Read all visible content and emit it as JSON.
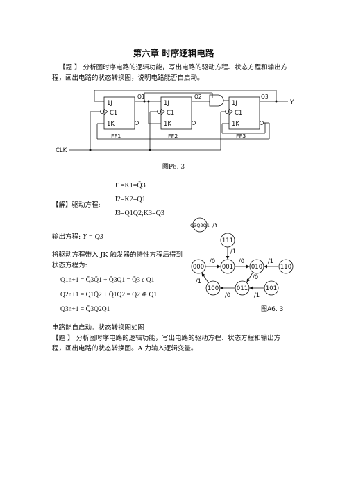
{
  "chapter_title": "第六章  时序逻辑电路",
  "problem1": {
    "lead": "【题  】",
    "text_line1": "分析图时序电路的逻辑功能，写出电路的驱动方程、状态方程和输出方",
    "text_line2": "程，画出电路的状态转换图，说明电路能否自启动。"
  },
  "circuit": {
    "caption": "图P6. 3",
    "ff_labels": [
      "FF1",
      "FF2",
      "FF3"
    ],
    "pin_1j": "1J",
    "pin_c1": "C1",
    "pin_1k": "1K",
    "outputs": [
      "Q1",
      "Q2",
      "Q3"
    ],
    "out_y": "Y",
    "clk": "CLK"
  },
  "solution": {
    "label": "【解】驱动方程:",
    "drive_eq1": "J1=K1=Q̄3",
    "drive_eq2": "J2=K2=Q1",
    "drive_eq3": "J3=Q1Q2;K3=Q3",
    "output_label": "输出方程:",
    "output_eq": "Y = Q3",
    "substitute_line1": "将驱动方程带入 JK 触发器的特性方程后得到",
    "substitute_line2": "状态方程为:",
    "state_eq1": "Q1n+1 = Q̄3Q̄1 + Q̄3Q1 = Q̄3 e Q1",
    "state_eq2": "Q2n+1 = Q1Q̄2 + Q̄1Q2 = Q2 ⊕ Q1",
    "state_eq3": "Q3n+1 = Q̄3Q2Q1",
    "conclusion": "电路能自启动。状态转换图如图"
  },
  "state_diagram": {
    "header": "Q3Q2Q1",
    "header_out": "/Y",
    "caption": "图A6. 3",
    "states": [
      "111",
      "000",
      "001",
      "010",
      "110",
      "100",
      "011",
      "101"
    ],
    "edge_labels": [
      "/1",
      "/0",
      "/0",
      "/1",
      "/0",
      "/1",
      "/0",
      "/1"
    ]
  },
  "problem2": {
    "lead": "【题  】",
    "text_line1": "分析图时序电路的逻辑功能，写出电路的驱动方程、状态方程和输出方",
    "text_line2": "程，画出电路的状态转换图。A 为输入逻辑变量。"
  }
}
